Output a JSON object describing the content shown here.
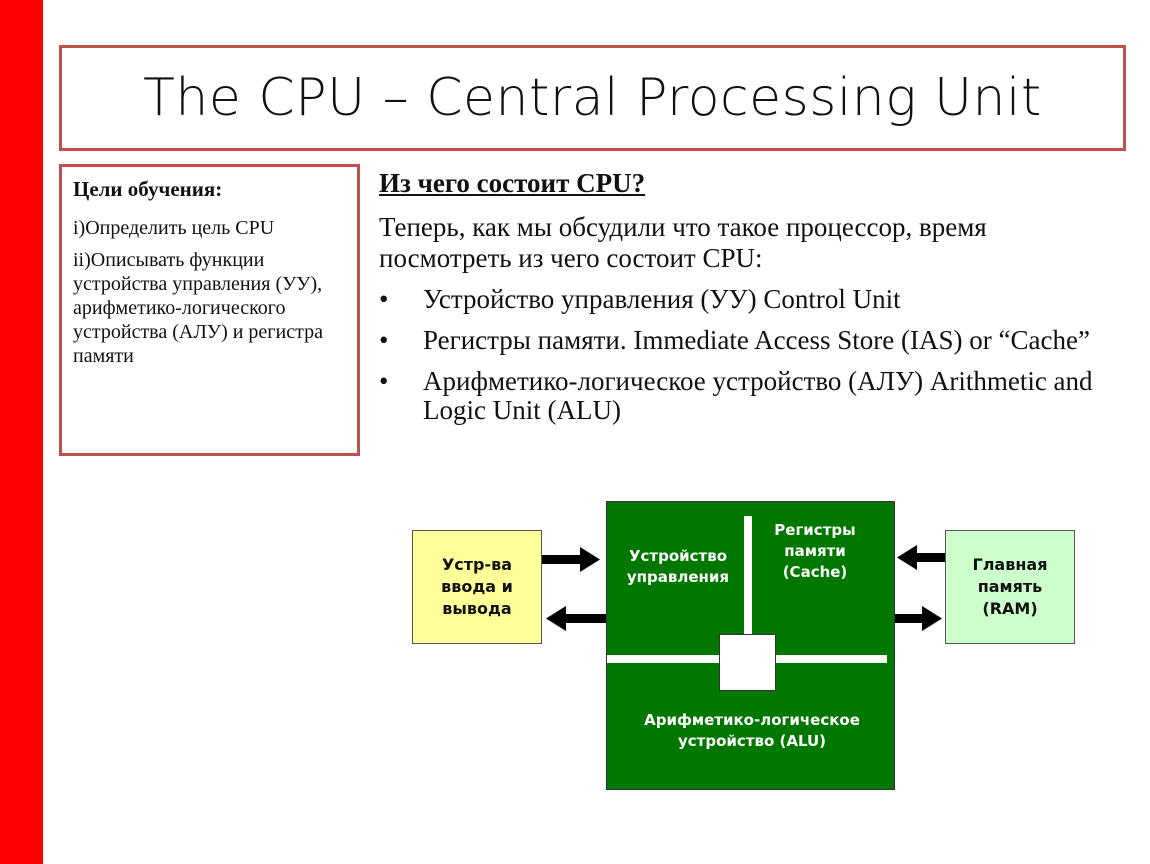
{
  "slide": {
    "title": "The CPU – Central Processing Unit",
    "accent_bar_color": "#ff0000",
    "frame_color": "#c0504d"
  },
  "goals": {
    "title": "Цели обучения:",
    "items": [
      "i)Определить цель CPU",
      "ii)Описывать функции устройства управления (УУ), арифметико-логического устройства (АЛУ) и регистра памяти"
    ]
  },
  "content": {
    "heading": "Из чего состоит CPU?",
    "intro": "Теперь, как мы обсудили что такое процессор, время посмотреть из чего состоит CPU:",
    "bullet_glyph": "•",
    "bullets": [
      "Устройство управления (УУ) Control Unit",
      "Регистры памяти. Immediate Access Store (IAS) or “Cache”",
      "Арифметико-логическое устройство (АЛУ) Arithmetic and Logic Unit (ALU)"
    ]
  },
  "diagram": {
    "io_box": "Устр-ва ввода и вывода",
    "ram_box": "Главная память (RAM)",
    "control_unit": "Устройство управления",
    "registers": "Регистры памяти (Cache)",
    "alu": "Арифметико-логическое устройство (ALU)",
    "colors": {
      "cpu": "#007800",
      "io": "#ffff99",
      "ram": "#ccffcc"
    }
  }
}
